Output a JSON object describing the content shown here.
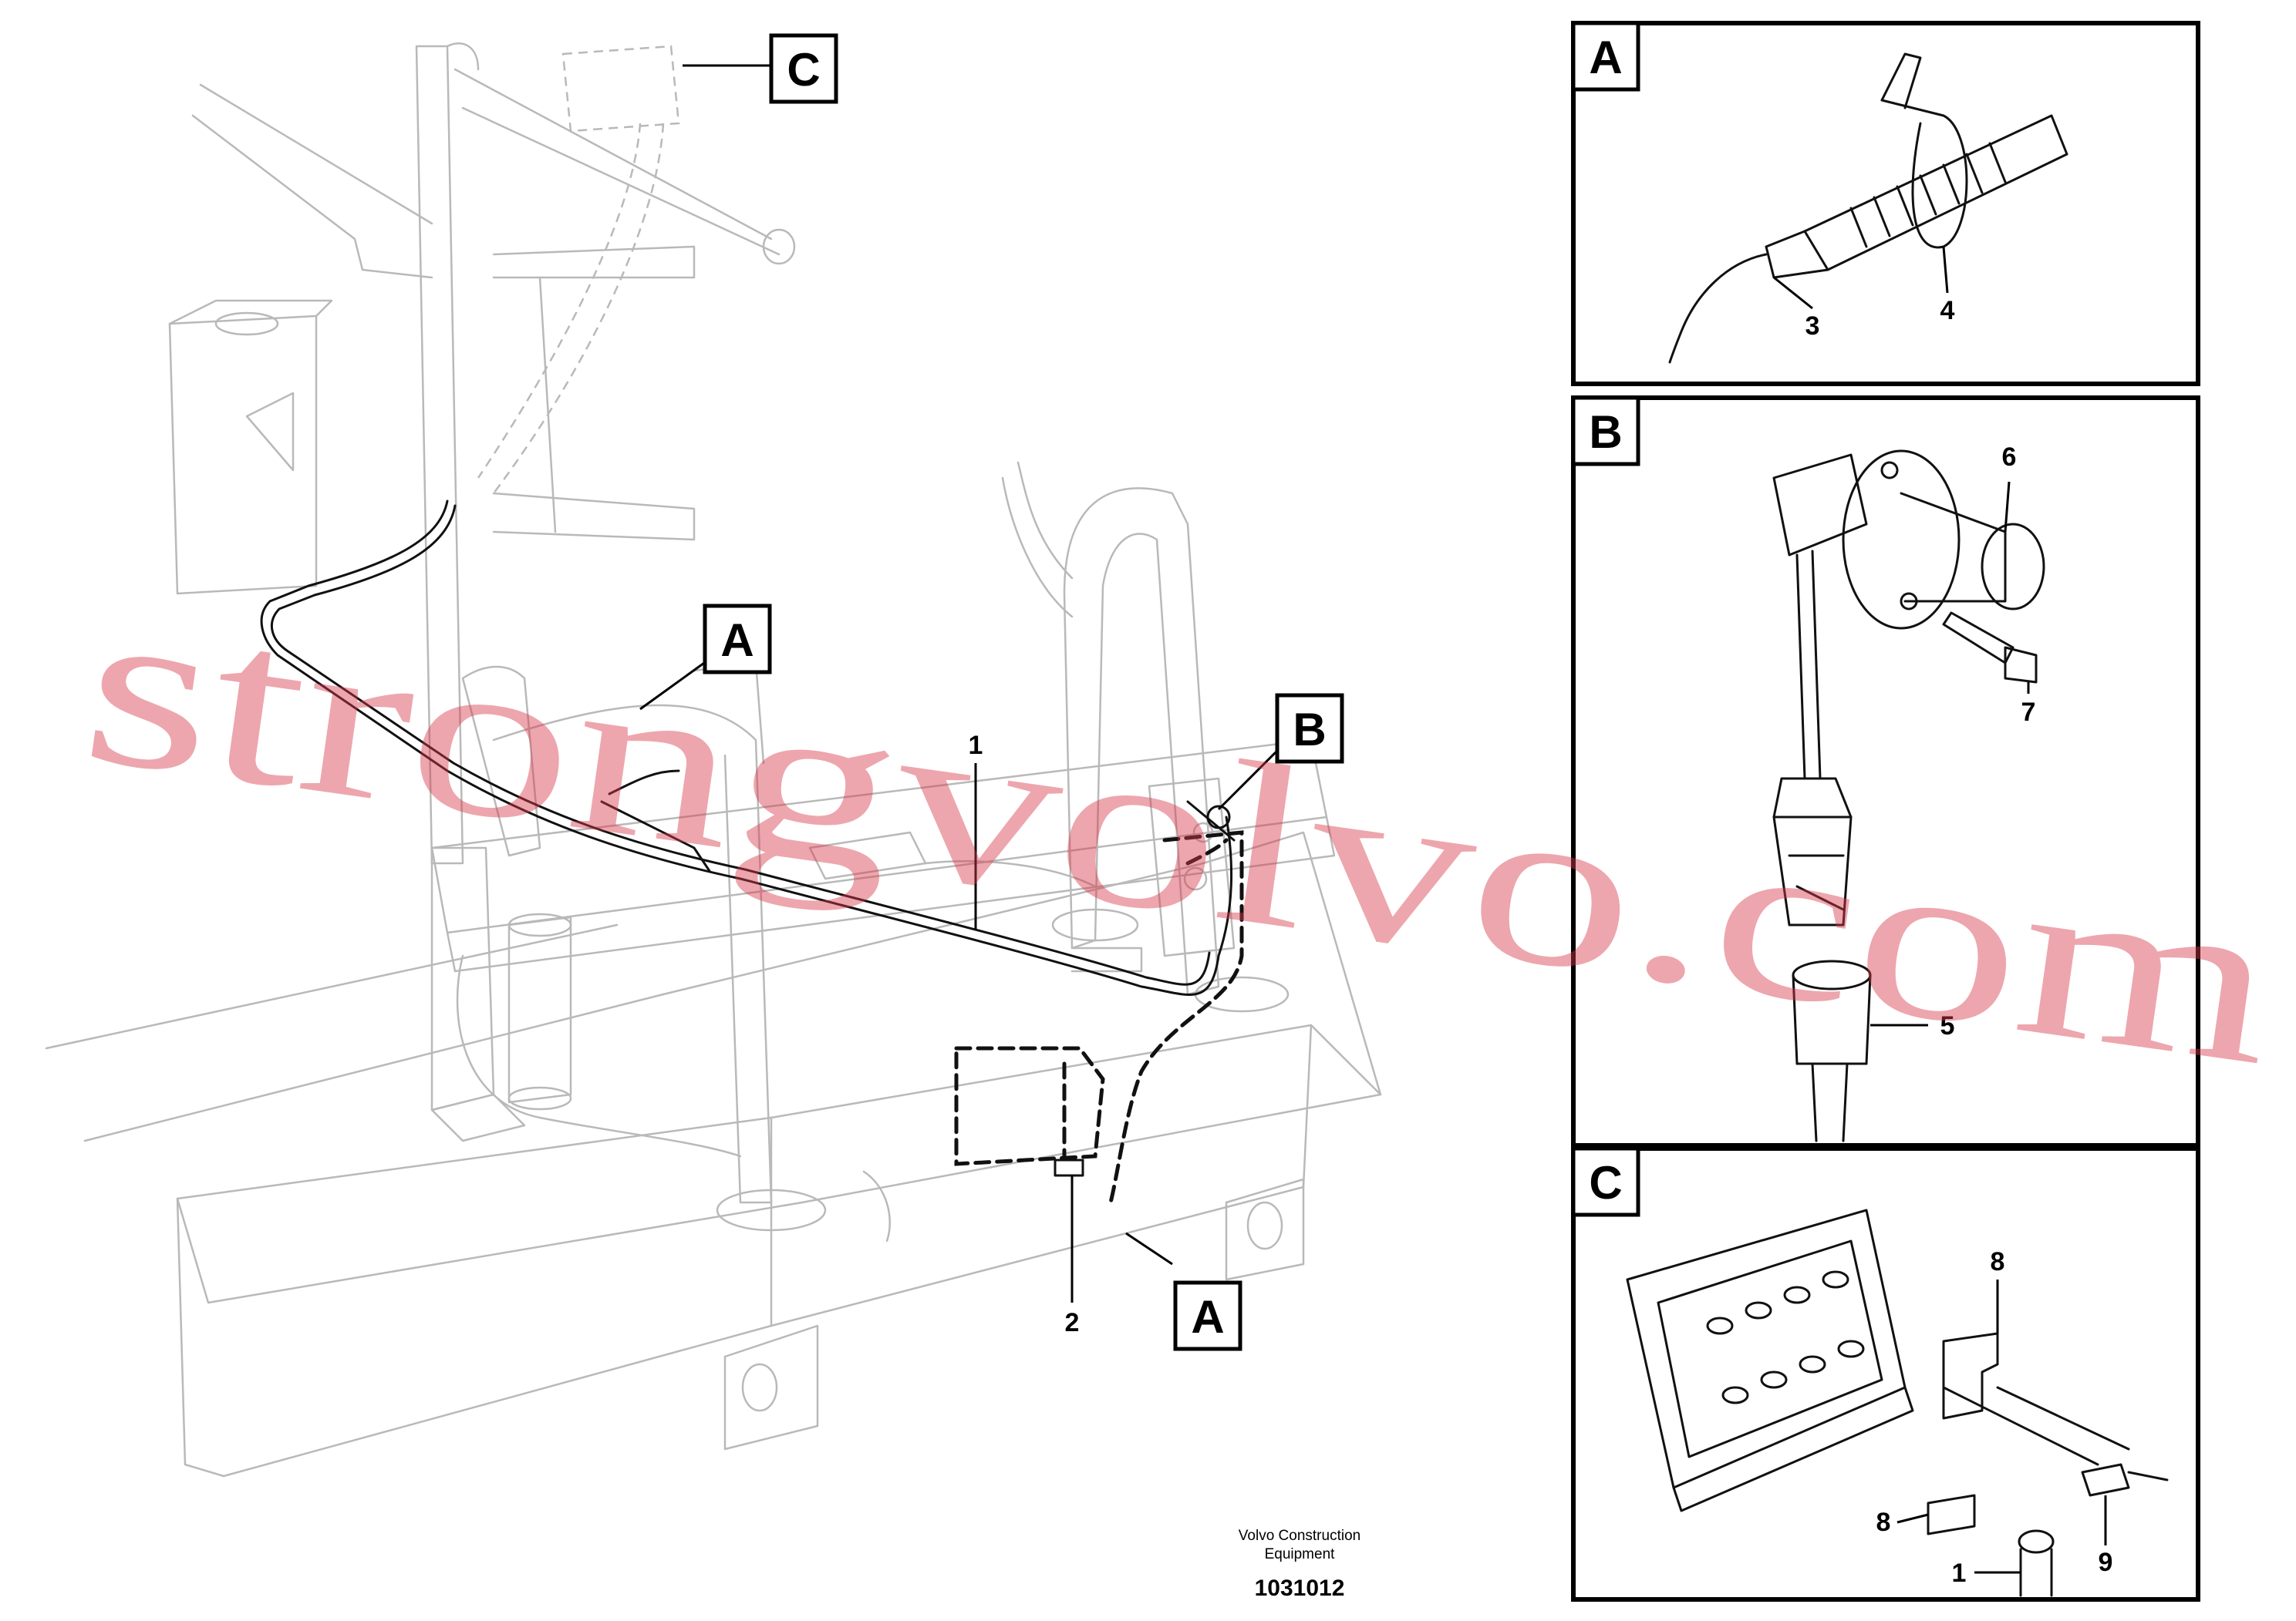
{
  "callouts": {
    "main_c": "C",
    "main_a_top": "A",
    "main_b": "B",
    "main_a_bottom": "A",
    "part_1": "1",
    "part_2": "2"
  },
  "detail_panels": [
    {
      "letter": "A",
      "parts": [
        "3",
        "4"
      ]
    },
    {
      "letter": "B",
      "parts": [
        "6",
        "7",
        "5"
      ]
    },
    {
      "letter": "C",
      "parts": [
        "8",
        "8",
        "1",
        "9"
      ]
    }
  ],
  "footer": {
    "company_line1": "Volvo Construction",
    "company_line2": "Equipment",
    "doc_number": "1031012"
  },
  "watermark": "strongvolvo.com",
  "colors": {
    "line": "#000000",
    "faint": "#b9b9b9",
    "watermark": "#d63a4a"
  }
}
